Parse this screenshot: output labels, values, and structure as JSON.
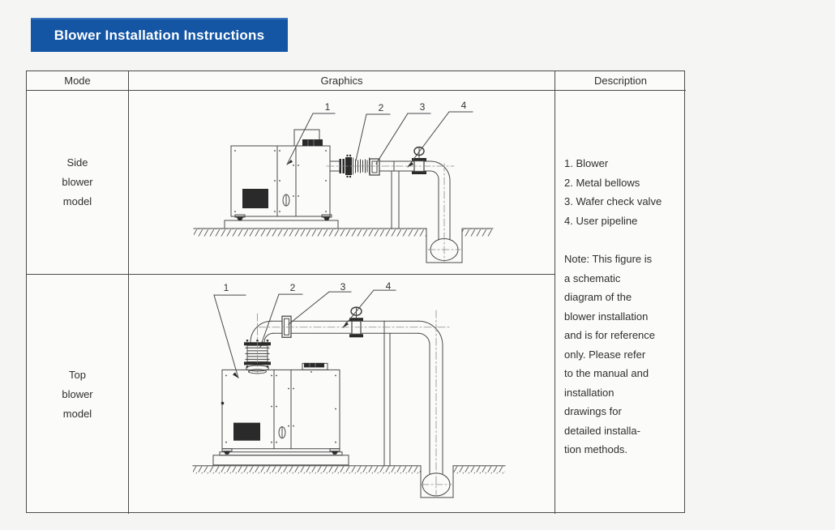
{
  "banner": {
    "title": "Blower Installation Instructions"
  },
  "table": {
    "headers": {
      "mode": "Mode",
      "graphics": "Graphics",
      "description": "Description"
    },
    "rows": [
      {
        "mode_lines": [
          "Side",
          "blower",
          "model"
        ],
        "part_labels": [
          "1",
          "2",
          "3",
          "4"
        ]
      },
      {
        "mode_lines": [
          "Top",
          "blower",
          "model"
        ],
        "part_labels": [
          "1",
          "2",
          "3",
          "4"
        ]
      }
    ],
    "description": {
      "items": [
        "1. Blower",
        "2. Metal bellows",
        "3. Wafer check valve",
        "4. User pipeline"
      ],
      "note_lines": [
        "Note: This figure is",
        "a schematic",
        "diagram of the",
        "blower installation",
        "and is for reference",
        "only. Please refer",
        "to the manual and",
        "installation",
        "drawings for",
        "detailed installa-",
        "tion methods."
      ]
    }
  },
  "colors": {
    "banner_bg": "#1456a4",
    "banner_text": "#ffffff",
    "line": "#4a4a4a",
    "text": "#2f2f2f"
  }
}
